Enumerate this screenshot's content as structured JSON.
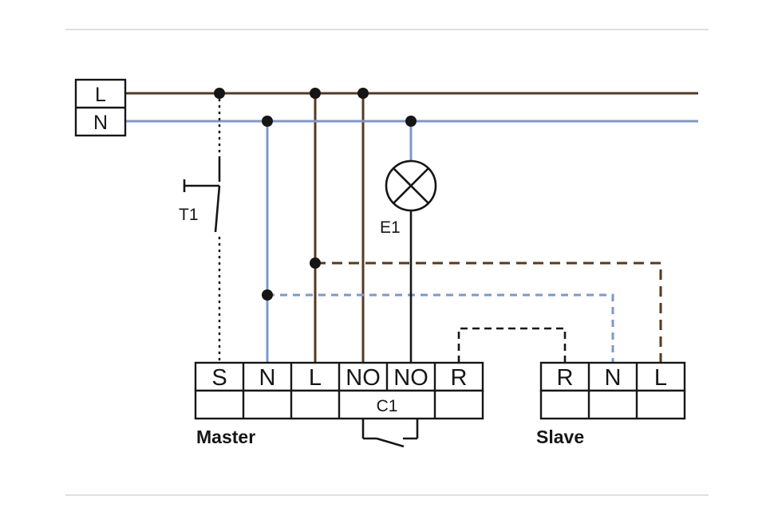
{
  "colors": {
    "wire_brown": "#553a20",
    "wire_blue": "#7e97cc",
    "wire_black": "#161616",
    "page_rule": "#d6d6d6"
  },
  "supply_box": {
    "l": "L",
    "n": "N"
  },
  "switch": {
    "label": "T1"
  },
  "lamp": {
    "label": "E1"
  },
  "relay": {
    "label": "C1"
  },
  "master_block": {
    "title": "Master",
    "terminals": [
      "S",
      "N",
      "L",
      "NO",
      "NO",
      "R"
    ]
  },
  "slave_block": {
    "title": "Slave",
    "terminals": [
      "R",
      "N",
      "L"
    ]
  }
}
